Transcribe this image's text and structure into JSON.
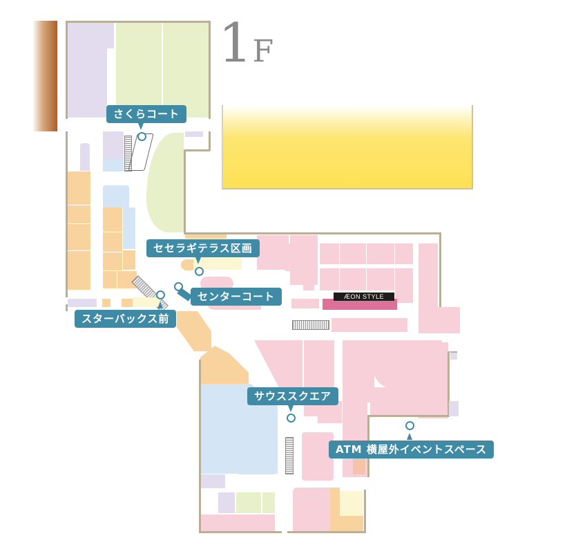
{
  "floor": {
    "number": "1",
    "suffix": "F"
  },
  "colors": {
    "callout_bg": "#3f8aa5",
    "wall": "#b9ae96",
    "pink_zone": "#f7d0da",
    "peach_zone": "#f9d39e",
    "blue_zone": "#d4e6f6",
    "lavender_zone": "#e2dcee",
    "lime_zone": "#e8f0c9",
    "anchor_tenant": "#de7199",
    "parking_gradient_top": "#ffffff",
    "parking_gradient_bottom": "#fde256",
    "exterior_bar": "#a8602a"
  },
  "anchor": {
    "logo_text": "ÆON STYLE"
  },
  "locations": [
    {
      "id": "sakura-court",
      "label": "さくらコート"
    },
    {
      "id": "seserage-terrace",
      "label": "セセラギテラス区画"
    },
    {
      "id": "center-court",
      "label": "センターコート"
    },
    {
      "id": "starbucks-front",
      "label": "スターバックス前"
    },
    {
      "id": "south-square",
      "label": "サウススクエア"
    },
    {
      "id": "atm-outdoor-event",
      "label": "ATM 横屋外イベントスペース"
    }
  ]
}
